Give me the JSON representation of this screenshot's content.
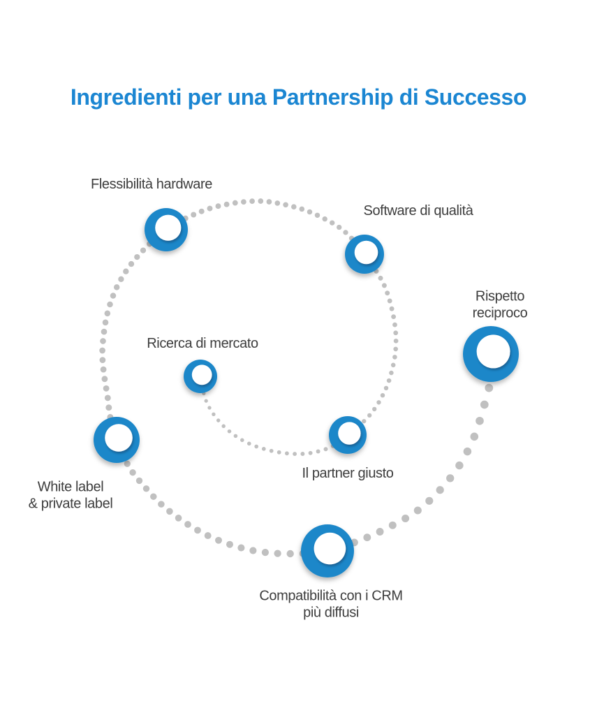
{
  "title": "Ingredienti per una Partnership di Successo",
  "colors": {
    "title_blue": "#1b86d2",
    "node_blue": "#1d87c9",
    "node_inner": "#ffffff",
    "dot_gray": "#c0c0c0",
    "label_text": "#3d3d3d",
    "background": "#ffffff"
  },
  "diagram": {
    "type": "spiral-ingredients",
    "items": [
      {
        "id": "ricerca",
        "label": "Ricerca di mercato"
      },
      {
        "id": "partner",
        "label": "Il partner giusto"
      },
      {
        "id": "software",
        "label": "Software di qualità"
      },
      {
        "id": "flessibilita",
        "label": "Flessibilità hardware"
      },
      {
        "id": "white-label",
        "label": "White label\n& private label"
      },
      {
        "id": "crm",
        "label": "Compatibilità con i CRM\npiù diffusi"
      },
      {
        "id": "rispetto",
        "label": "Rispetto reciproco"
      }
    ]
  }
}
